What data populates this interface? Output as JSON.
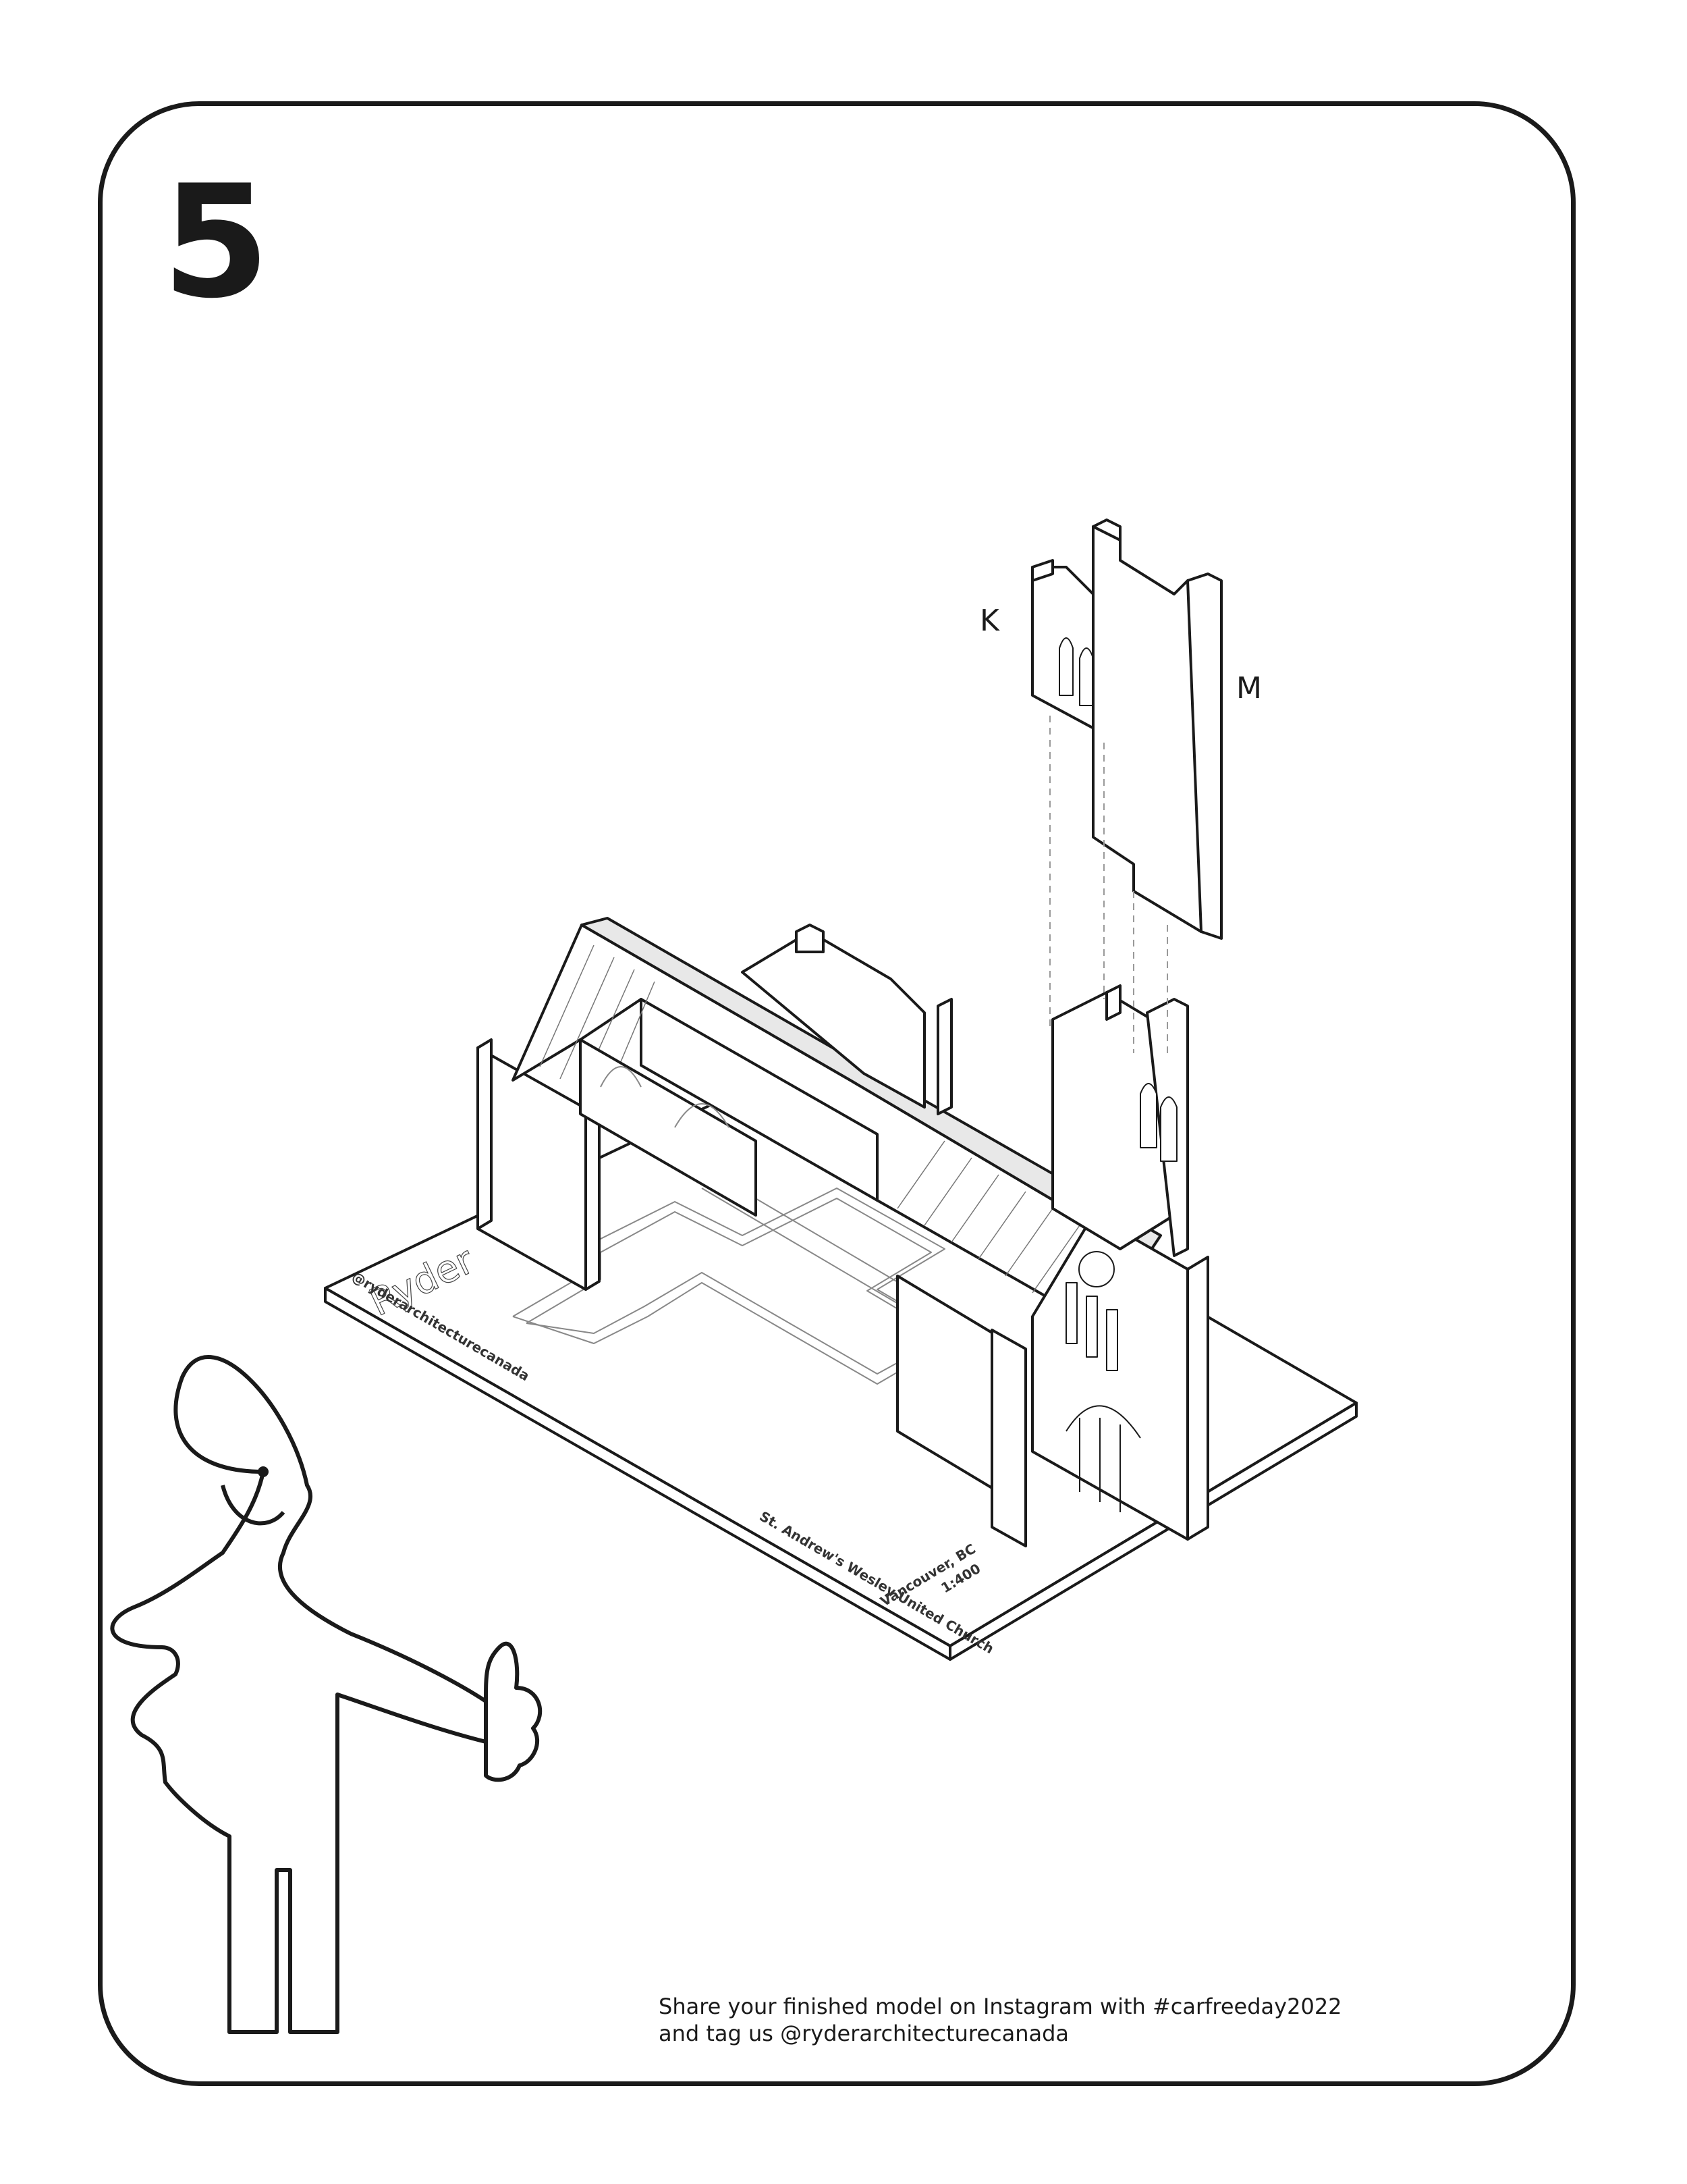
{
  "step_number": "5",
  "part_labels": {
    "k": "K",
    "m": "M"
  },
  "base": {
    "brand": "Ryder",
    "handle": "@ryderarchitecturecanada",
    "scale": "1:400",
    "city": "Vancouver, BC",
    "building": "St. Andrew's Wesley United Church"
  },
  "footer": {
    "line1": "Share your finished model on Instagram with #carfreeday2022",
    "line2": "and tag us @ryderarchitecturecanada"
  },
  "icons": {
    "mascot": "thumbs-up-figure-icon"
  }
}
